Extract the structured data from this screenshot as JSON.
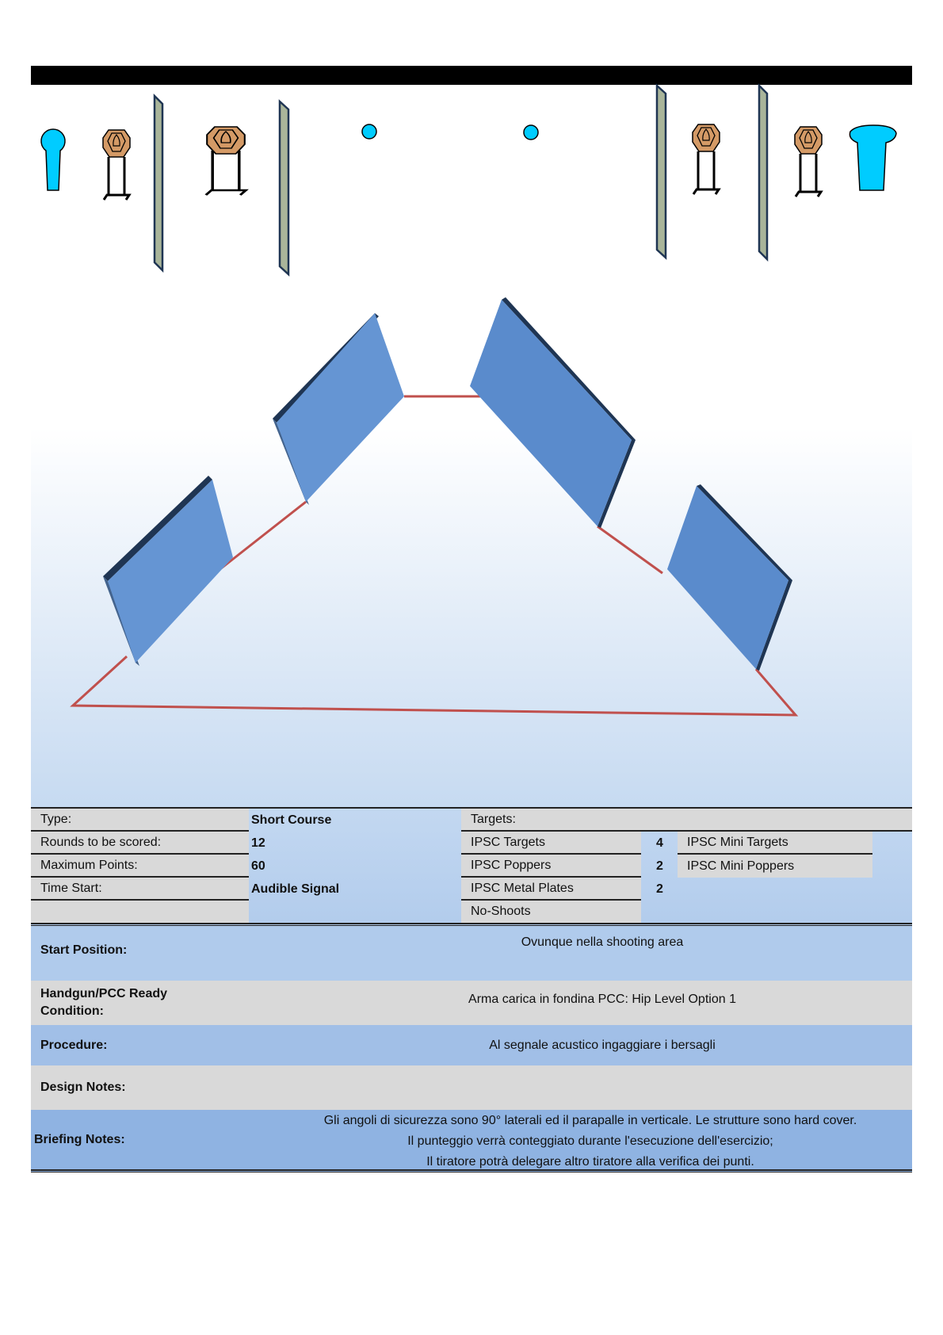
{
  "stage": {
    "targets": [
      "ipsc-popper",
      "ipsc-target",
      "cover-wall",
      "ipsc-target",
      "cover-wall",
      "metal-plate",
      "metal-plate",
      "cover-wall",
      "ipsc-target",
      "cover-wall",
      "ipsc-target",
      "ipsc-popper"
    ],
    "colors": {
      "popper": "#00ccff",
      "target": "#d49a66",
      "wall": "#a9b59a",
      "panel": "#5b8fd0",
      "fault_line": "#c0504d"
    }
  },
  "info": {
    "type_label": "Type:",
    "type_value": "Short Course",
    "rounds_label": "Rounds to be scored:",
    "rounds_value": "12",
    "max_label": "Maximum Points:",
    "max_value": "60",
    "start_label": "Time Start:",
    "start_value": "Audible Signal",
    "targets_label": "Targets:",
    "targets": [
      {
        "name": "IPSC Targets",
        "count": "4"
      },
      {
        "name": "IPSC Poppers",
        "count": "2"
      },
      {
        "name": "IPSC Metal Plates",
        "count": "2"
      },
      {
        "name": "No-Shoots",
        "count": ""
      }
    ],
    "mini": [
      "IPSC Mini Targets",
      "IPSC Mini Poppers"
    ]
  },
  "details": {
    "start_position_label": "Start Position:",
    "start_position": "Ovunque nella shooting area",
    "ready_label_1": "Handgun/PCC Ready",
    "ready_label_2": "Condition:",
    "ready": "Arma carica in fondina PCC: Hip Level Option 1",
    "procedure_label": "Procedure:",
    "procedure": "Al segnale acustico ingaggiare i bersagli",
    "design_label": "Design Notes:",
    "briefing_label": "Briefing Notes:",
    "briefing": [
      "Gli angoli di sicurezza sono 90° laterali ed il parapalle in verticale. Le strutture sono hard cover.",
      "Il punteggio verrà conteggiato durante l'esecuzione dell'esercizio;",
      "Il tiratore potrà delegare altro tiratore alla verifica dei punti."
    ]
  }
}
